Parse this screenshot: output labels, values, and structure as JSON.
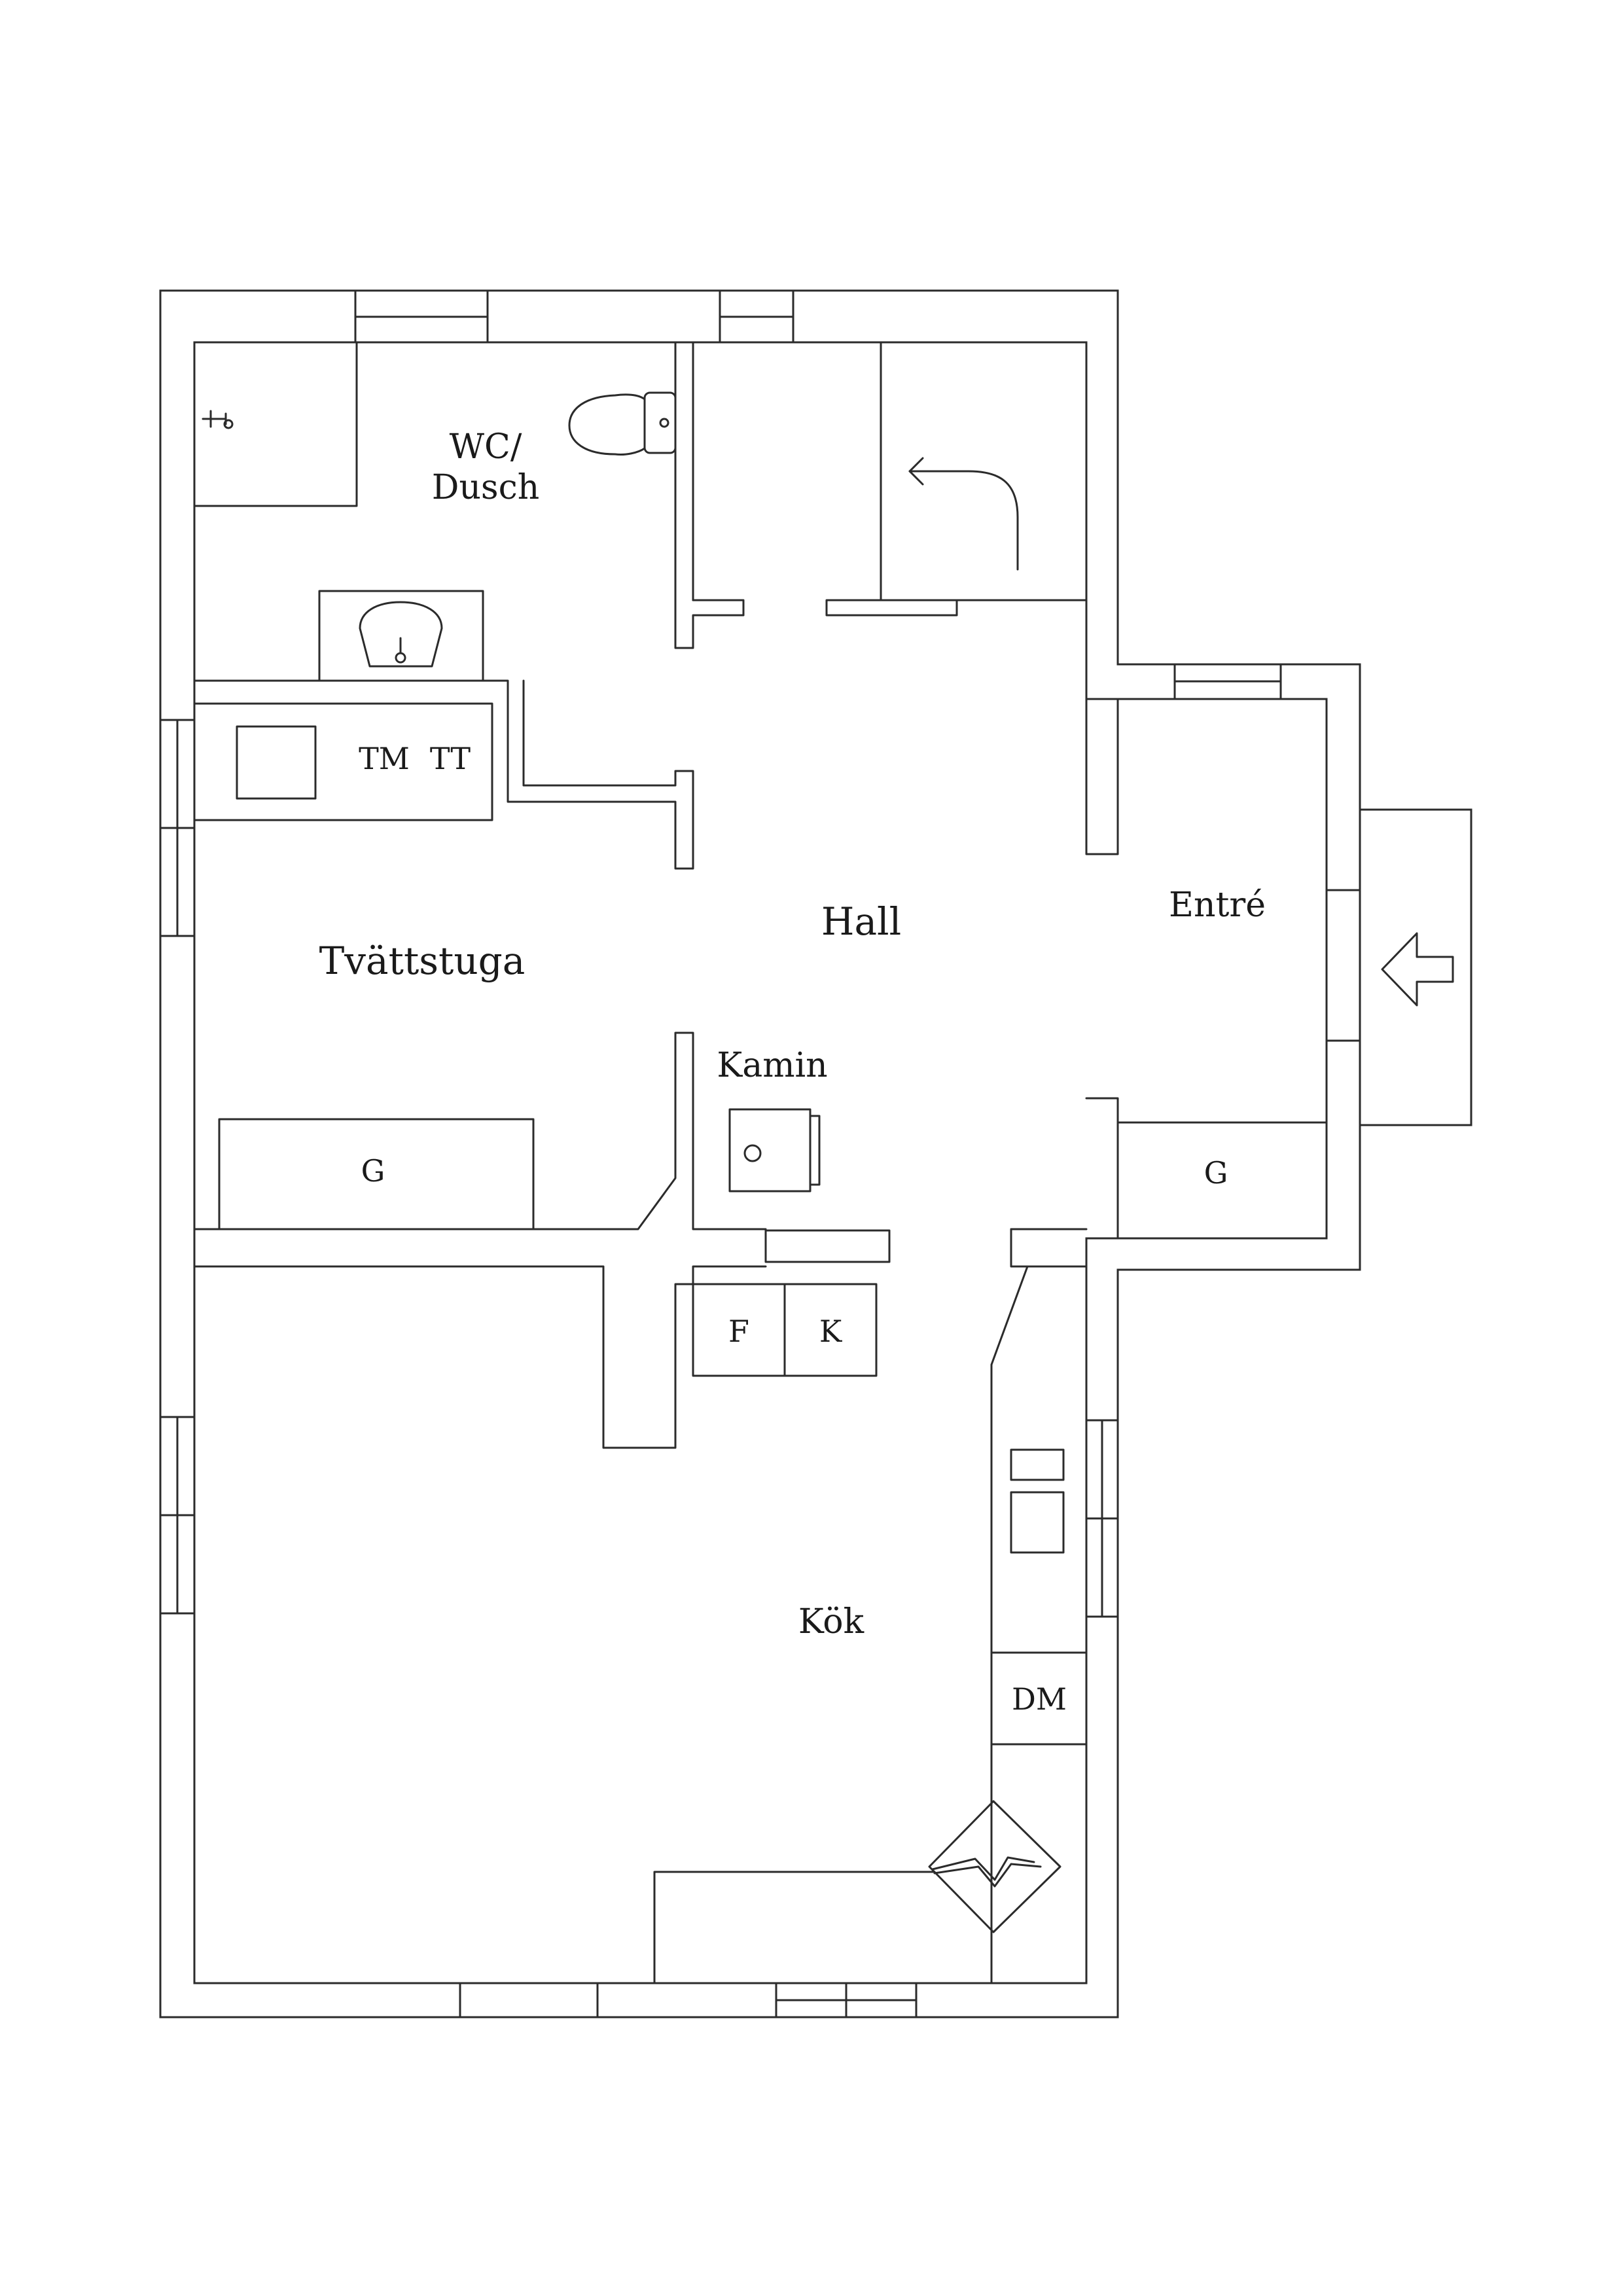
{
  "rooms": {
    "wc": [
      "WC/",
      "Dusch"
    ],
    "hall": "Hall",
    "entre": "Entré",
    "tvattstuga": "Tvättstuga",
    "kamin": "Kamin",
    "kok": "Kök"
  },
  "fixtures": {
    "tm": "TM",
    "tt": "TT",
    "g_left": "G",
    "g_right": "G",
    "f": "F",
    "k": "K",
    "dm": "DM"
  }
}
